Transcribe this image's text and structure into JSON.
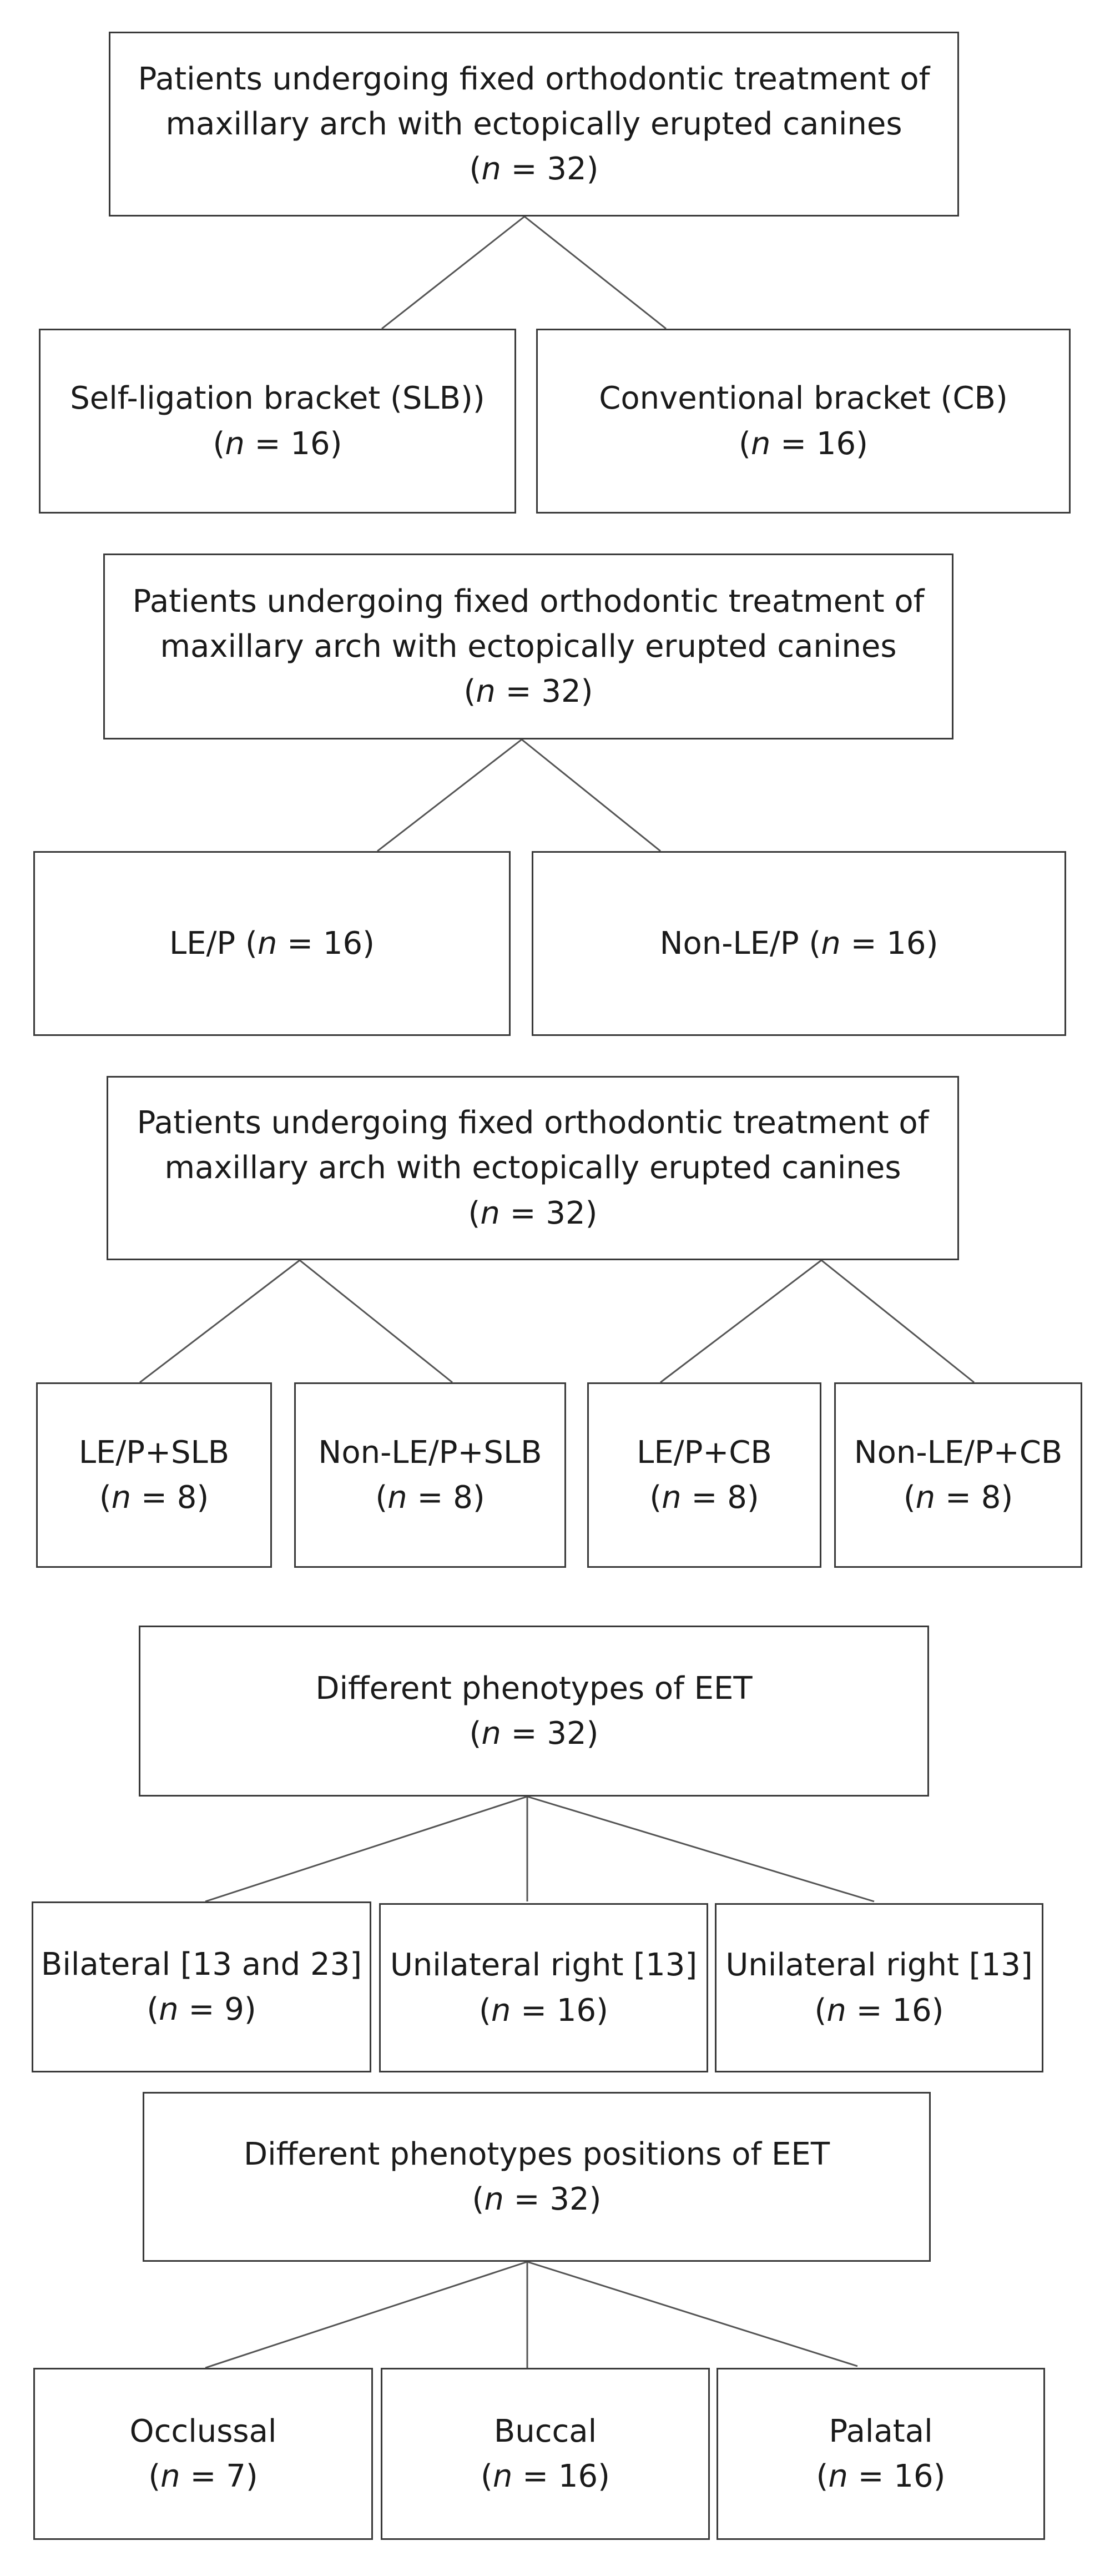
{
  "n_symbol": "n",
  "sections": [
    {
      "parent": {
        "lines": [
          "Patients undergoing fixed orthodontic treatment of",
          "maxillary arch with ectopically erupted canines"
        ],
        "count_prefix": "(",
        "count_suffix": " = 32)"
      },
      "children": [
        {
          "label": "Self-ligation bracket (SLB))",
          "count_prefix": "(",
          "count_suffix": " = 16)"
        },
        {
          "label": "Conventional bracket (CB)",
          "count_prefix": "(",
          "count_suffix": " = 16)"
        }
      ]
    },
    {
      "parent": {
        "lines": [
          "Patients undergoing fixed orthodontic treatment of",
          "maxillary arch with ectopically erupted canines"
        ],
        "count_prefix": "(",
        "count_suffix": " = 32)"
      },
      "children": [
        {
          "label": "LE/P (",
          "count_suffix": " = 16)"
        },
        {
          "label": "Non-LE/P (",
          "count_suffix": " = 16)"
        }
      ]
    },
    {
      "parent": {
        "lines": [
          "Patients undergoing fixed orthodontic treatment of",
          "maxillary arch with ectopically erupted canines"
        ],
        "count_prefix": "(",
        "count_suffix": " = 32)"
      },
      "children": [
        {
          "label": "LE/P+SLB",
          "count_prefix": "(",
          "count_suffix": " = 8)"
        },
        {
          "label": "Non-LE/P+SLB",
          "count_prefix": "(",
          "count_suffix": " = 8)"
        },
        {
          "label": "LE/P+CB",
          "count_prefix": "(",
          "count_suffix": " = 8)"
        },
        {
          "label": "Non-LE/P+CB",
          "count_prefix": "(",
          "count_suffix": " = 8)"
        }
      ]
    },
    {
      "parent": {
        "lines": [
          "Different phenotypes of EET"
        ],
        "count_prefix": "(",
        "count_suffix": " = 32)"
      },
      "children": [
        {
          "label": "Bilateral [13 and 23]",
          "count_prefix": "(",
          "count_suffix": " = 9)"
        },
        {
          "label": "Unilateral right [13]",
          "count_prefix": "(",
          "count_suffix": " = 16)"
        },
        {
          "label": "Unilateral right [13]",
          "count_prefix": "(",
          "count_suffix": " = 16)"
        }
      ]
    },
    {
      "parent": {
        "lines": [
          "Different phenotypes positions of EET"
        ],
        "count_prefix": "(",
        "count_suffix": " = 32)"
      },
      "children": [
        {
          "label": "Occlussal",
          "count_prefix": "(",
          "count_suffix": " = 7)"
        },
        {
          "label": "Buccal",
          "count_prefix": "(",
          "count_suffix": " = 16)"
        },
        {
          "label": "Palatal",
          "count_prefix": "(",
          "count_suffix": " = 16)"
        }
      ]
    }
  ]
}
